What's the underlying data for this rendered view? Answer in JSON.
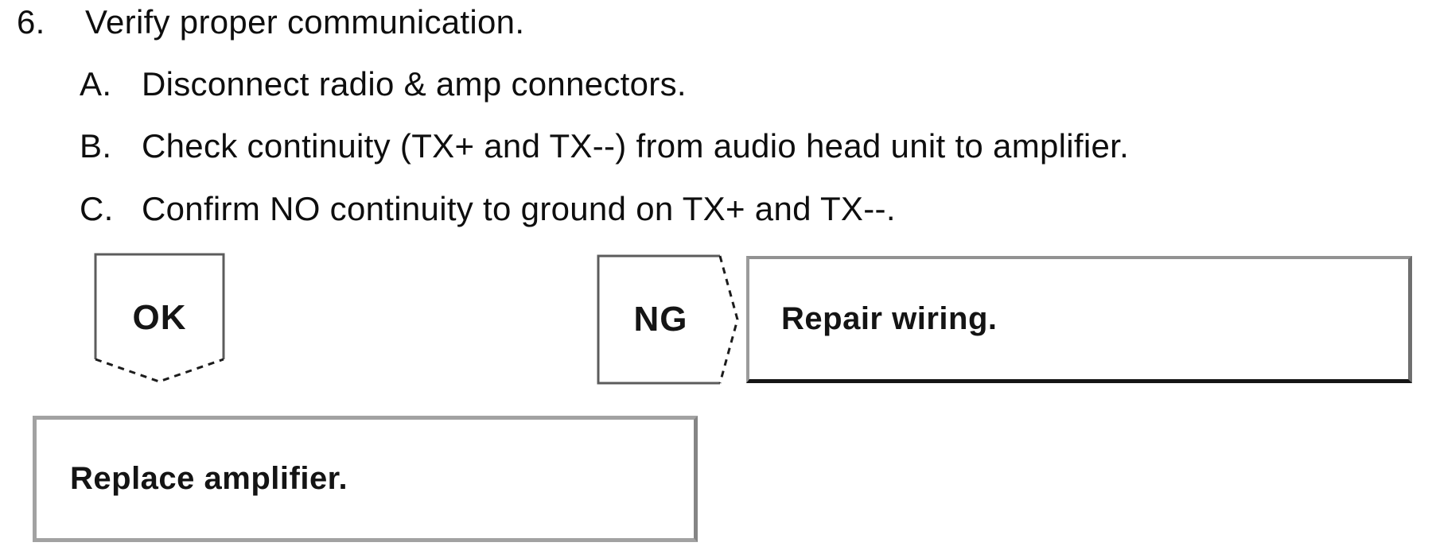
{
  "procedure": {
    "number": "6.",
    "title": "Verify proper communication.",
    "steps": [
      {
        "marker": "A.",
        "text": "Disconnect radio & amp connectors."
      },
      {
        "marker": "B.",
        "text": "Check continuity (TX+ and TX--) from audio head unit to amplifier."
      },
      {
        "marker": "C.",
        "text": "Confirm NO continuity to ground on TX+ and TX--."
      }
    ]
  },
  "flowchart": {
    "ok_label": "OK",
    "ng_label": "NG",
    "ng_action": "Repair wiring.",
    "ok_action": "Replace amplifier.",
    "colors": {
      "text": "#0e0e0e",
      "shape_stroke": "#5c5c5c",
      "dashed_stroke": "#1c1c1c",
      "box_border_gray": "#9b9b9b",
      "box_border_dark": "#161616"
    }
  }
}
